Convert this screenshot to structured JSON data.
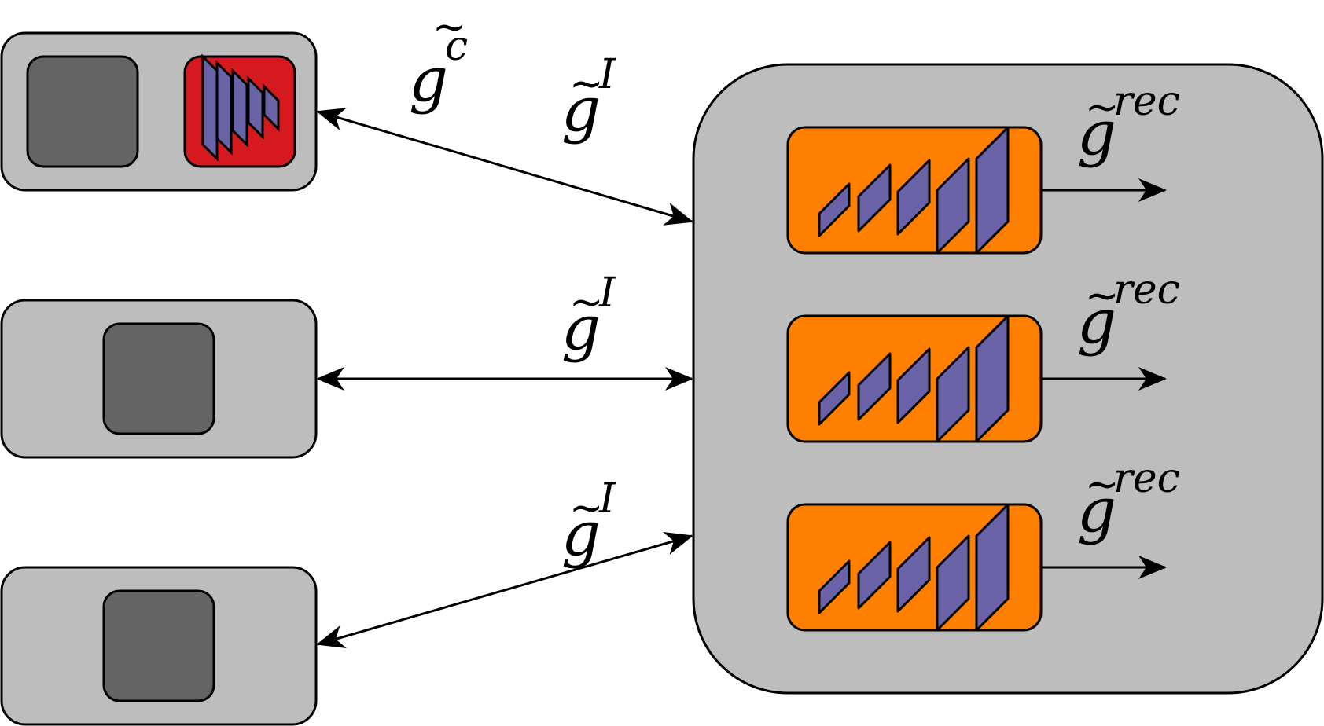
{
  "colors": {
    "panel": "#bdbdbd",
    "inner_box": "#646464",
    "highlight": "#d6181f",
    "network": "#ff7f00",
    "layer": "#6a62a6",
    "stroke": "#000000"
  },
  "labels": {
    "client_top": {
      "base": "g",
      "sup": "c"
    },
    "link_top": {
      "base": "g",
      "sup": "I"
    },
    "link_mid": {
      "base": "g",
      "sup": "I"
    },
    "link_bottom": {
      "base": "g",
      "sup": "I"
    },
    "rec_1": {
      "base": "g",
      "sup": "rec"
    },
    "rec_2": {
      "base": "g",
      "sup": "rec"
    },
    "rec_3": {
      "base": "g",
      "sup": "rec"
    }
  },
  "tilde": "~"
}
